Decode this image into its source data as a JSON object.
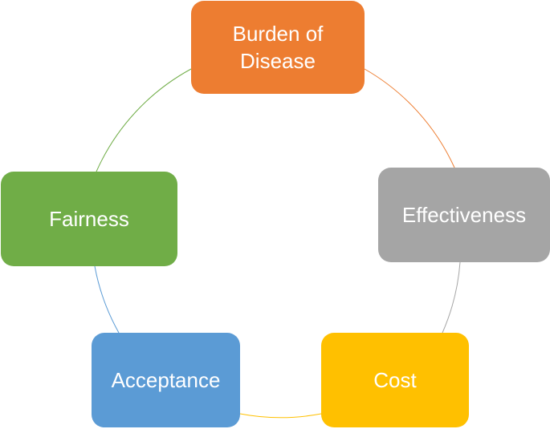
{
  "diagram": {
    "type": "cycle",
    "nodes": [
      {
        "id": "burden",
        "label": "Burden of\nDisease",
        "color": "#ED7D31"
      },
      {
        "id": "effectiveness",
        "label": "Effectiveness",
        "color": "#A5A5A5"
      },
      {
        "id": "cost",
        "label": "Cost",
        "color": "#FFC000"
      },
      {
        "id": "acceptance",
        "label": "Acceptance",
        "color": "#5B9BD5"
      },
      {
        "id": "fairness",
        "label": "Fairness",
        "color": "#70AD47"
      }
    ],
    "connectors": [
      {
        "from": "burden",
        "to": "effectiveness",
        "color": "#ED7D31"
      },
      {
        "from": "effectiveness",
        "to": "cost",
        "color": "#A5A5A5"
      },
      {
        "from": "cost",
        "to": "acceptance",
        "color": "#FFC000"
      },
      {
        "from": "acceptance",
        "to": "fairness",
        "color": "#5B9BD5"
      },
      {
        "from": "fairness",
        "to": "burden",
        "color": "#70AD47"
      }
    ]
  }
}
